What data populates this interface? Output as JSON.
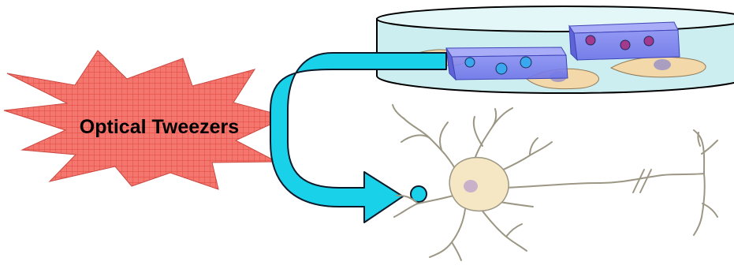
{
  "burst": {
    "label": "Optical Tweezers",
    "fill_color": "#f4776f",
    "grid_color": "#e2453d",
    "text_color": "#000000"
  },
  "dish": {
    "fill_color": "#cdeef0",
    "rim_color": "#000000",
    "cells_color": "#f3d8aa",
    "boxes": [
      {
        "particle_count": 3,
        "particle_color": "#3aa8ef"
      },
      {
        "particle_count": 3,
        "particle_color": "#a33a8e"
      }
    ],
    "box_color": "#7d82f0"
  },
  "arrow": {
    "color": "#19d2ea",
    "outline": "#0a1a2a"
  },
  "transferred_particle": {
    "color": "#19d2ea"
  },
  "neuron": {
    "body_color": "#f5e6c4",
    "nucleus_color": "#c9b2c9",
    "line_color": "#9c9784"
  }
}
